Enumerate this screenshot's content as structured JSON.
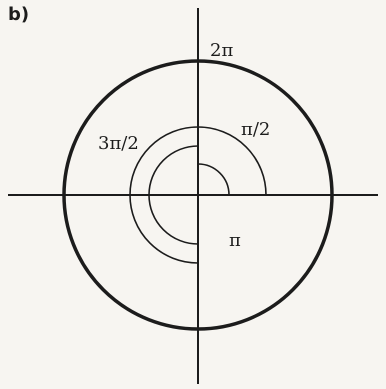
{
  "panel": {
    "label": "b)"
  },
  "angles": {
    "two_pi": "2π",
    "half_pi": "π/2",
    "three_half_pi": "3π/2",
    "pi": "π"
  },
  "colors": {
    "ink": "#1c1c1c",
    "paper": "#f7f5f1"
  }
}
